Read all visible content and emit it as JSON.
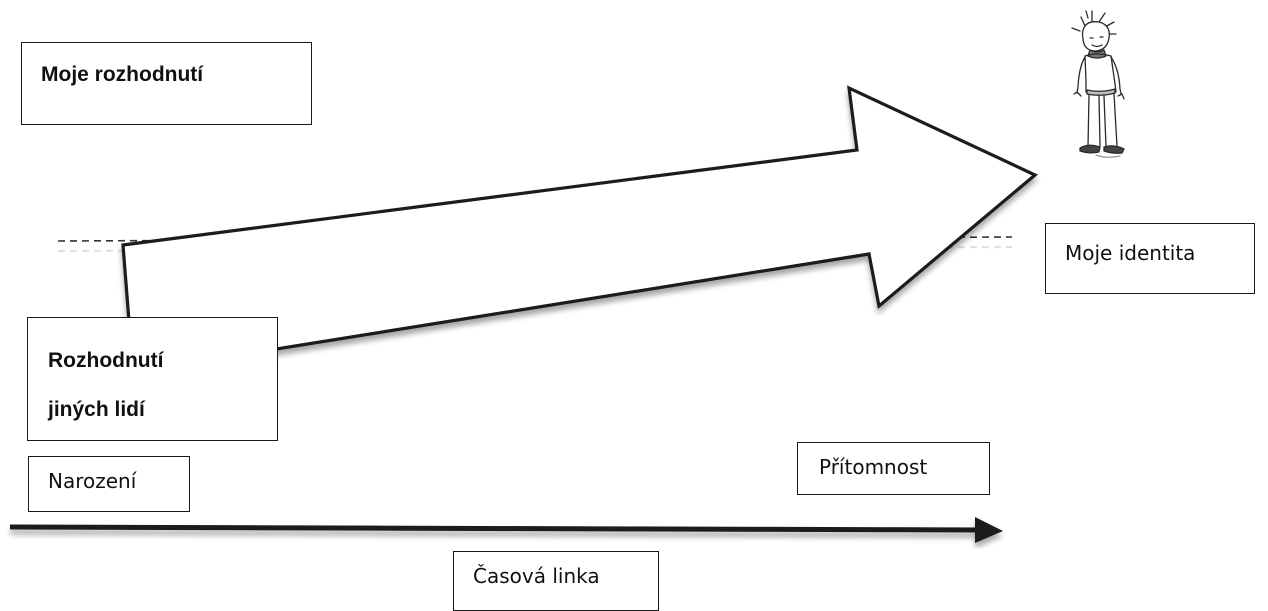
{
  "labels": {
    "my_decisions": "Moje rozhodnutí",
    "others_decisions_line1": "Rozhodnutí",
    "others_decisions_line2": "jiných lidí",
    "my_identity": "Moje identita",
    "birth": "Narození",
    "present": "Přítomnost",
    "timeline": "Časová linka"
  },
  "icons": {
    "growth_arrow": "big-hollow-arrow-icon",
    "timeline_arrow": "timeline-arrow-icon",
    "person": "person-sketch-icon"
  },
  "colors": {
    "line": "#1a1a1a",
    "dashed_line": "#333333",
    "background": "#ffffff"
  }
}
